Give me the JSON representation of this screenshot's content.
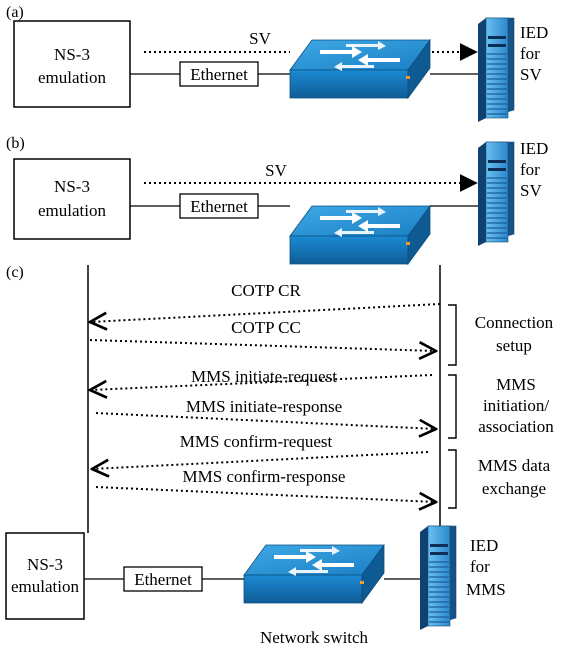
{
  "panels": {
    "a": {
      "tag": "(a)",
      "ns3_line1": "NS-3",
      "ns3_line2": "emulation",
      "ethernet": "Ethernet",
      "sv": "SV",
      "ied_line1": "IED",
      "ied_line2": "for",
      "ied_line3": "SV"
    },
    "b": {
      "tag": "(b)",
      "ns3_line1": "NS-3",
      "ns3_line2": "emulation",
      "ethernet": "Ethernet",
      "sv": "SV",
      "ied_line1": "IED",
      "ied_line2": "for",
      "ied_line3": "SV"
    },
    "c": {
      "tag": "(c)",
      "messages": [
        "COTP CR",
        "COTP CC",
        "MMS initiate-request",
        "MMS initiate-response",
        "MMS confirm-request",
        "MMS confirm-response"
      ],
      "phases": {
        "connection_line1": "Connection",
        "connection_line2": "setup",
        "initiation_line1": "MMS",
        "initiation_line2": "initiation/",
        "initiation_line3": "association",
        "exchange_line1": "MMS data",
        "exchange_line2": "exchange"
      },
      "ns3_line1": "NS-3",
      "ns3_line2": "emulation",
      "ethernet": "Ethernet",
      "ied_line1": "IED",
      "ied_line2": "for",
      "ied_line3": "MMS",
      "switch_caption": "Network switch"
    }
  }
}
